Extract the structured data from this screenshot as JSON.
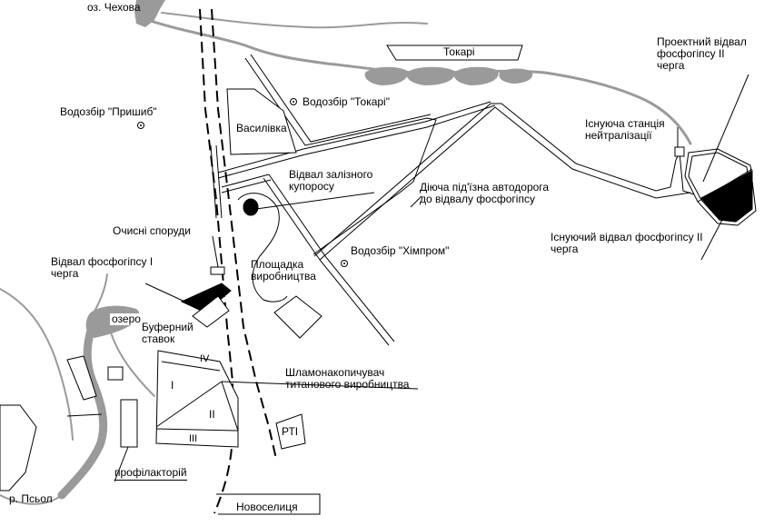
{
  "labels": {
    "lake_chekhova": "оз. Чехова",
    "tokari_village": "Токарі",
    "reservoir_tokari": "Водозбір \"Токарі\"",
    "reservoir_pryshyb": "Водозбір \"Пришиб\"",
    "vasylivka": "Василівка",
    "iron_sulfate_dump": "Відвал залізного купоросу",
    "phosphogypsum_road": "Діюча під'їзна автодорога до відвалу фосфогіпсу",
    "neutralization_station": "Існуюча станція нейтралізації",
    "projected_dump": "Проектний відвал фосфогіпсу ІІ черга",
    "existing_dump": "Існуючий відвал фосфогіпсу ІІ черга",
    "treatment_facilities": "Очисні споруди",
    "phosphogypsum_dump_1": "Відвал фосфогіпсу І черга",
    "reservoir_khimprom": "Водозбір \"Хімпром\"",
    "production_site": "Площадка виробництва",
    "lake": "озеро",
    "buffer_pond": "Буферний ставок",
    "sludge_storage": "Шламонакопичувач титанового виробництва",
    "section_1": "І",
    "section_2": "ІІ",
    "section_3": "ІІІ",
    "section_4": "IV",
    "rti": "РТІ",
    "sanatorium": "профілакторій",
    "river_psol": "р. Псьол",
    "novoselytsia": "Новоселиця"
  },
  "colors": {
    "water": "#9a9a9a",
    "ink": "#000000",
    "background": "#ffffff"
  },
  "markers": {
    "reservoir_icon": "reservoir-marker-icon"
  }
}
